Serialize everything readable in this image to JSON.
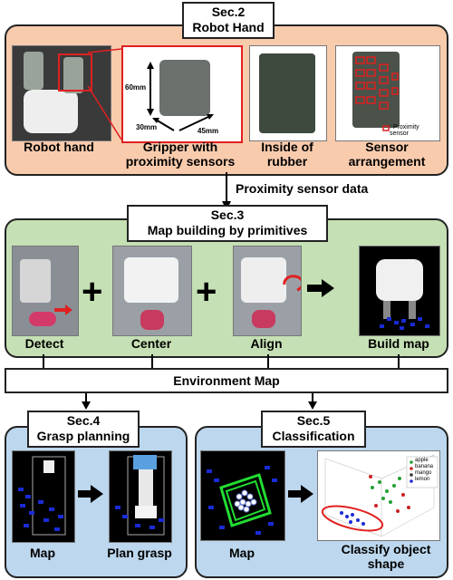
{
  "sec2": {
    "header_line1": "Sec.2",
    "header_line2": "Robot Hand",
    "items": [
      {
        "label": "Robot hand"
      },
      {
        "label": "Gripper with proximity sensors",
        "dims": [
          "60mm",
          "30mm",
          "45mm"
        ]
      },
      {
        "label": "Inside of rubber"
      },
      {
        "label": "Sensor arrangement",
        "legend": ": Proximity sensor"
      }
    ]
  },
  "flow_label": "Proximity sensor data",
  "sec3": {
    "header_line1": "Sec.3",
    "header_line2": "Map building by primitives",
    "steps": [
      "Detect",
      "Center",
      "Align",
      "Build map"
    ]
  },
  "env_map": "Environment Map",
  "sec4": {
    "header_line1": "Sec.4",
    "header_line2": "Grasp planning",
    "labels": [
      "Map",
      "Plan grasp"
    ]
  },
  "sec5": {
    "header_line1": "Sec.5",
    "header_line2": "Classification",
    "labels": [
      "Map",
      "Classify object shape"
    ],
    "legend": [
      "apple",
      "banana",
      "mango",
      "lemon"
    ]
  },
  "colors": {
    "sec2_bg": "#f8cbad",
    "sec3_bg": "#c5e0b4",
    "sec45_bg": "#bdd7ee",
    "sensor_red": "#e02020",
    "map_blue": "#1a2bd6"
  }
}
